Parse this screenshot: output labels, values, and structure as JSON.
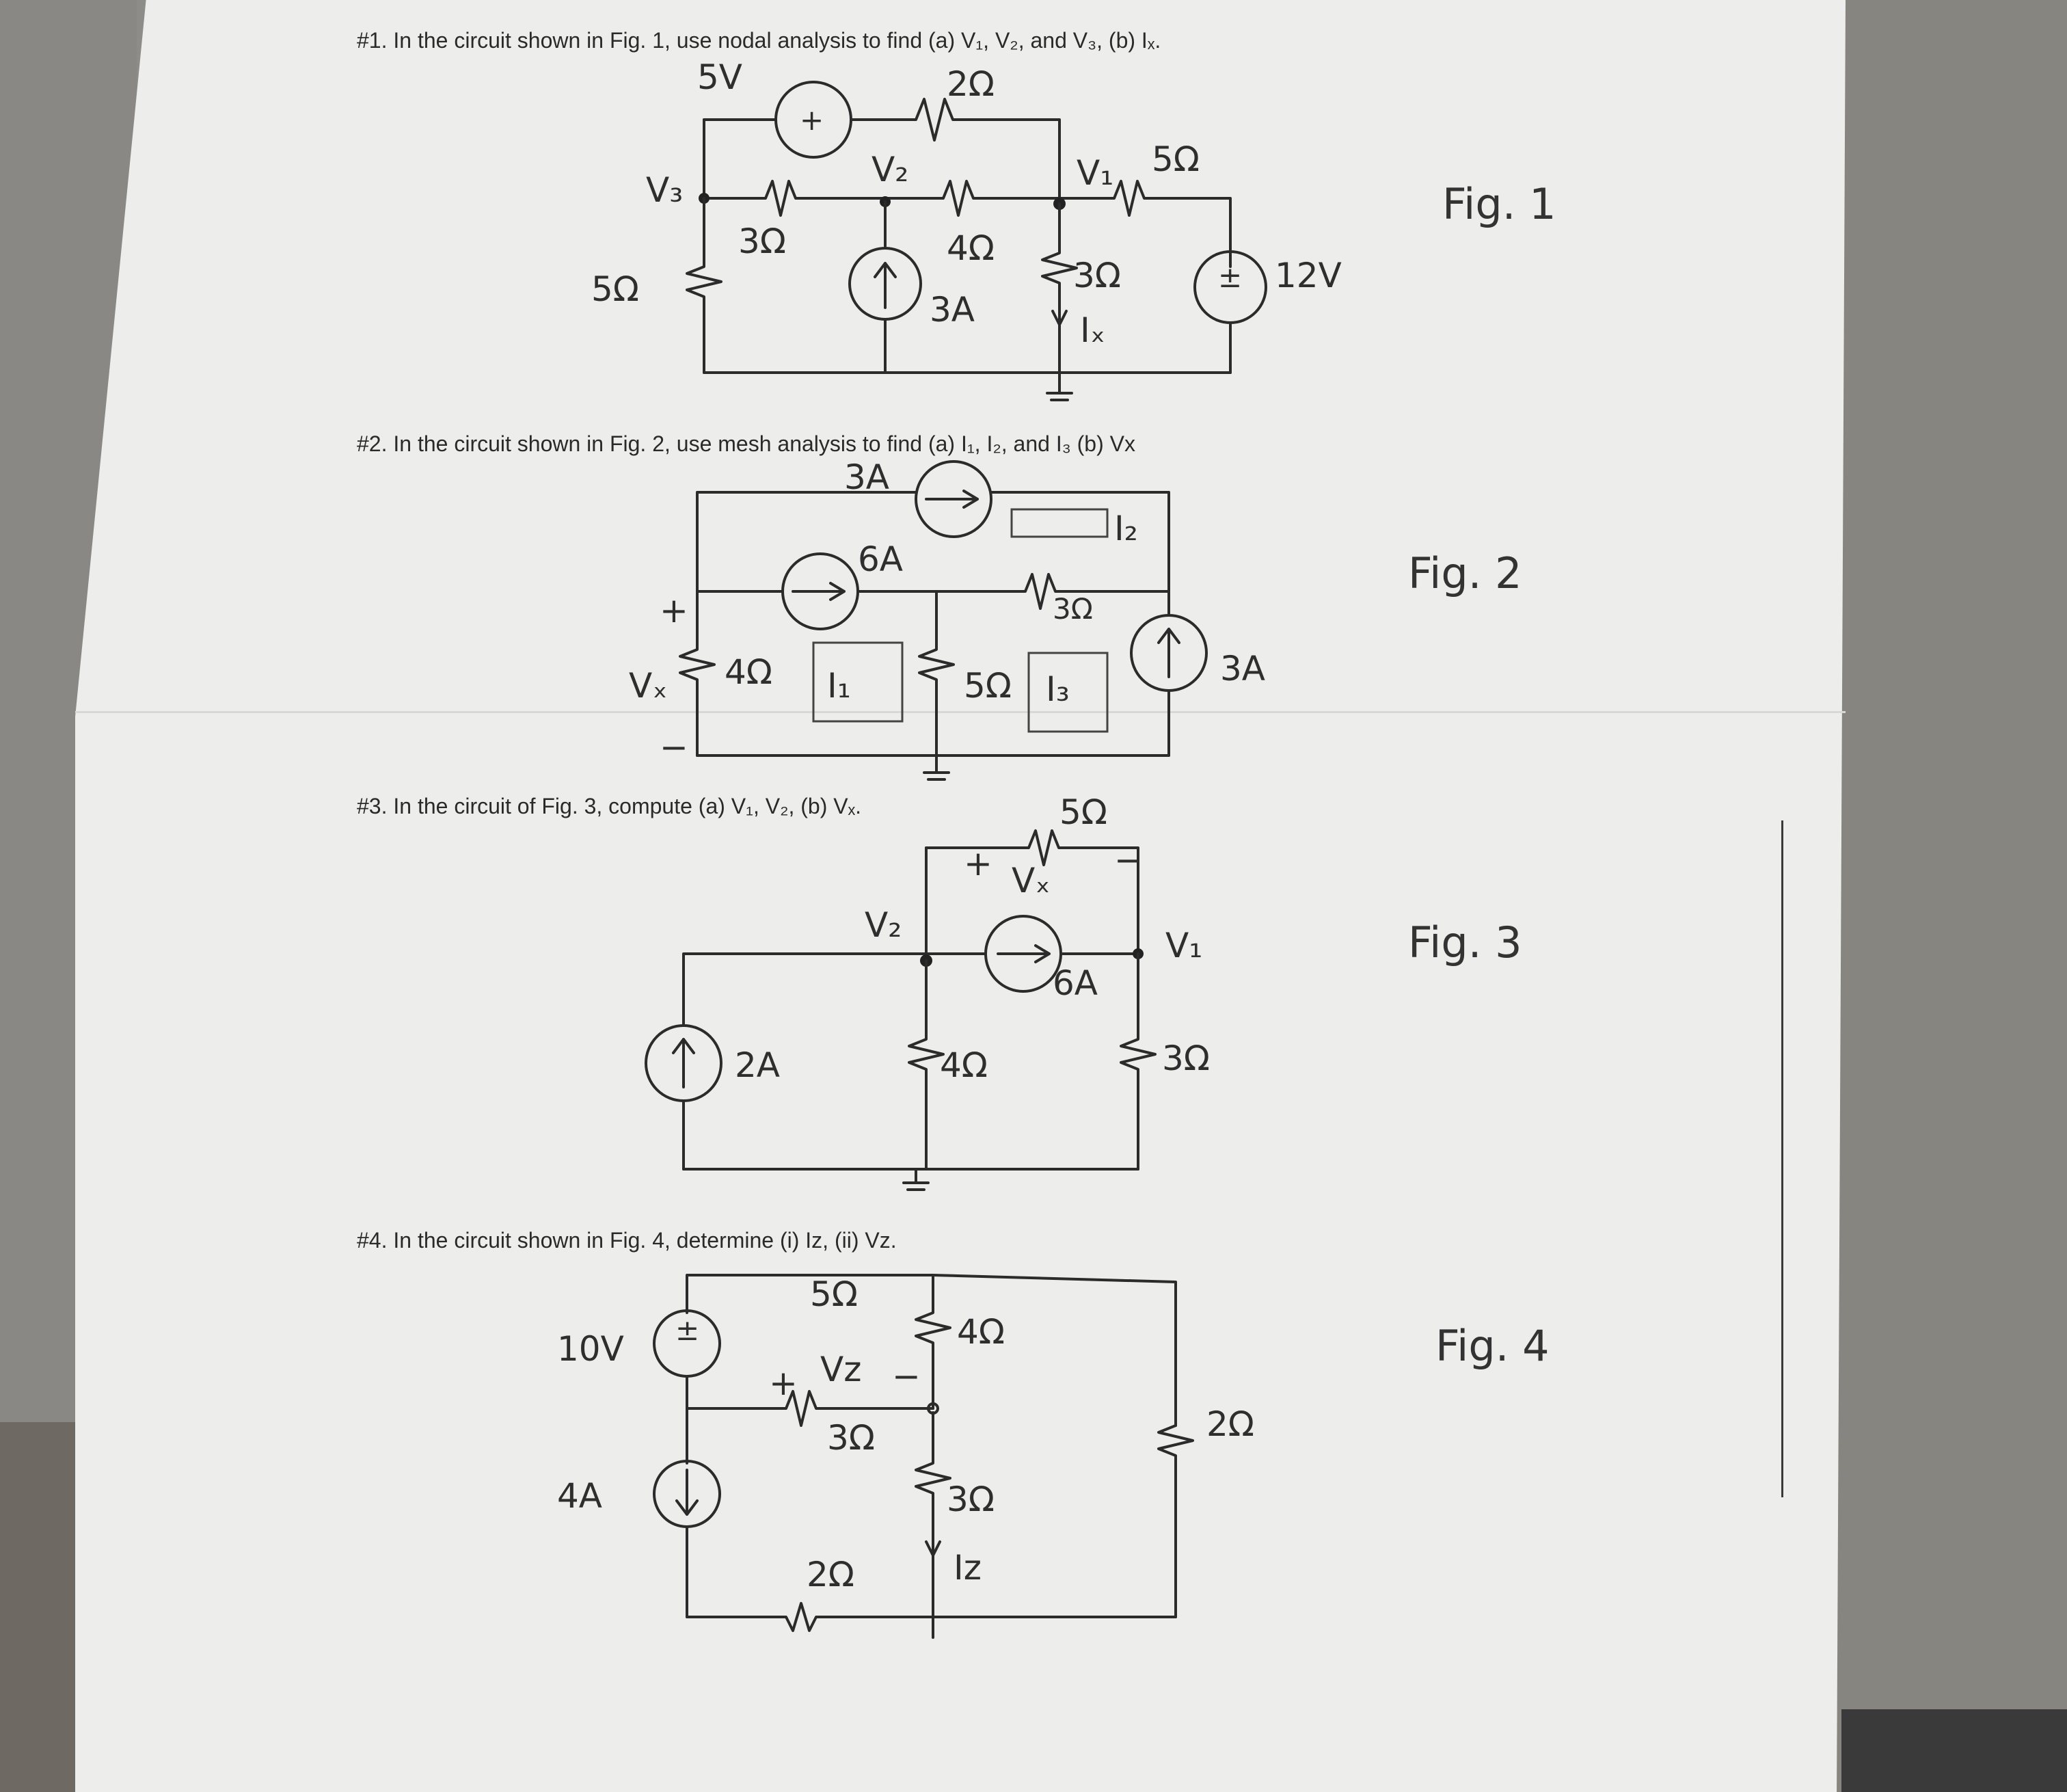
{
  "problems": {
    "p1": "#1. In the circuit shown in Fig. 1, use nodal analysis to find (a) V₁, V₂, and V₃, (b) Iₓ.",
    "p2": "#2. In the circuit shown in Fig. 2, use mesh analysis to find (a) I₁, I₂, and I₃ (b) Vx",
    "p3": "#3. In the circuit of Fig. 3, compute (a) V₁, V₂, (b) Vₓ.",
    "p4": "#4. In the circuit shown in Fig. 4, determine (i) Iz, (ii) Vz."
  },
  "figure_labels": [
    "Fig. 1",
    "Fig. 2",
    "Fig. 3",
    "Fig. 4"
  ],
  "fig1": {
    "src_5v": "5V",
    "r_top": "2Ω",
    "node_v3": "V₃",
    "node_v2": "V₂",
    "node_v1": "V₁",
    "r_right": "5Ω",
    "r_left_3": "3Ω",
    "r_mid_4": "4Ω",
    "r_shunt_3": "3Ω",
    "src_12v": "12V",
    "r_left_5": "5Ω",
    "src_3a": "3A",
    "current_ix": "Iₓ"
  },
  "fig2": {
    "src_top": "3A",
    "loop_i2": "I₂",
    "src_6a": "6A",
    "r_3": "3Ω",
    "plus": "+",
    "vx": "Vₓ",
    "minus": "−",
    "r_4": "4Ω",
    "loop_i1": "I₁",
    "r_5": "5Ω",
    "loop_i3": "I₃",
    "src_3a_right": "3A"
  },
  "fig3": {
    "r_5": "5Ω",
    "plus": "+",
    "vx": "Vₓ",
    "minus": "−",
    "node_v2": "V₂",
    "node_v1": "V₁",
    "src_6a": "6A",
    "src_2a": "2A",
    "r_4": "4Ω",
    "r_3": "3Ω"
  },
  "fig4": {
    "r_5": "5Ω",
    "r_4": "4Ω",
    "src_10v": "10V",
    "plus": "+",
    "vz": "Vz",
    "minus": "−",
    "r_3a": "3Ω",
    "r_2_right": "2Ω",
    "src_4a": "4A",
    "r_3b": "3Ω",
    "r_2_bottom": "2Ω",
    "current_iz": "Iz"
  }
}
